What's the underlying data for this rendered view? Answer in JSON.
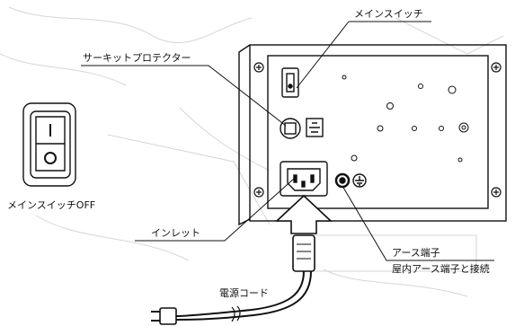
{
  "labels": {
    "main_switch": "メインスイッチ",
    "circuit_protector": "サーキットプロテクター",
    "main_switch_off": "メインスイッチOFF",
    "inlet": "インレット",
    "earth_terminal": "アース端子",
    "earth_connect": "屋内アース端子と接続",
    "power_cord": "電源コード"
  },
  "colors": {
    "line": "#111111",
    "background_print": "#c9c9c9"
  }
}
